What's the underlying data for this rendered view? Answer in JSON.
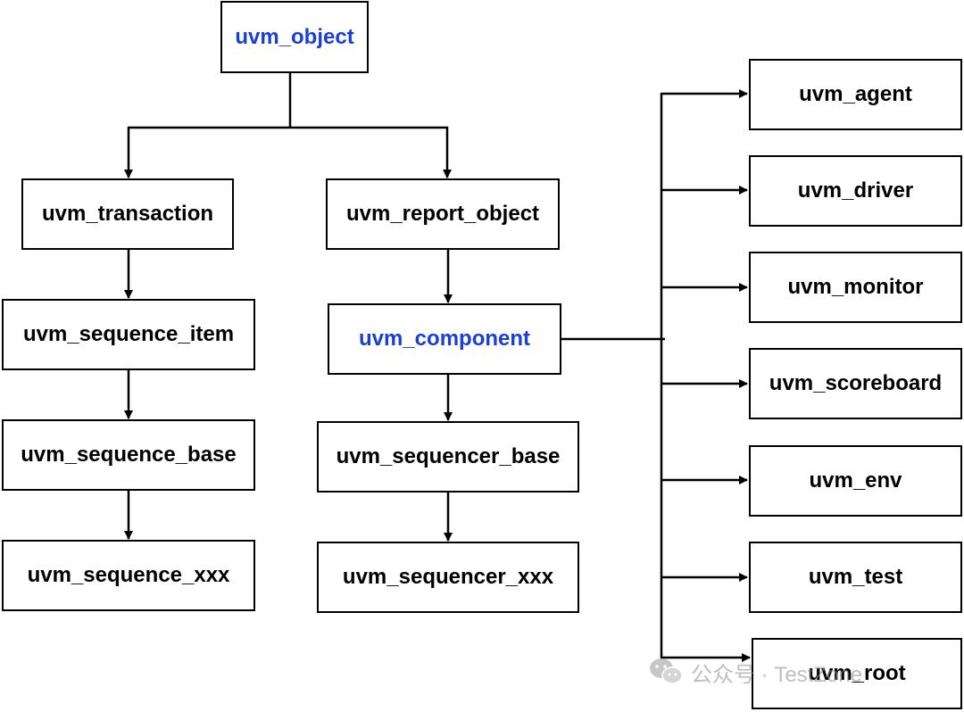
{
  "diagram": {
    "nodes": {
      "object": "uvm_object",
      "transaction": "uvm_transaction",
      "report_object": "uvm_report_object",
      "sequence_item": "uvm_sequence_item",
      "component": "uvm_component",
      "sequence_base": "uvm_sequence_base",
      "sequencer_base": "uvm_sequencer_base",
      "sequence_xxx": "uvm_sequence_xxx",
      "sequencer_xxx": "uvm_sequencer_xxx",
      "agent": "uvm_agent",
      "driver": "uvm_driver",
      "monitor": "uvm_monitor",
      "scoreboard": "uvm_scoreboard",
      "env": "uvm_env",
      "test": "uvm_test",
      "root": "uvm_root"
    },
    "highlight_color": "#1a3ed8",
    "edges": [
      [
        "object",
        "transaction"
      ],
      [
        "object",
        "report_object"
      ],
      [
        "transaction",
        "sequence_item"
      ],
      [
        "sequence_item",
        "sequence_base"
      ],
      [
        "sequence_base",
        "sequence_xxx"
      ],
      [
        "report_object",
        "component"
      ],
      [
        "component",
        "sequencer_base"
      ],
      [
        "sequencer_base",
        "sequencer_xxx"
      ],
      [
        "component",
        "agent"
      ],
      [
        "component",
        "driver"
      ],
      [
        "component",
        "monitor"
      ],
      [
        "component",
        "scoreboard"
      ],
      [
        "component",
        "env"
      ],
      [
        "component",
        "test"
      ],
      [
        "component",
        "root"
      ]
    ]
  },
  "watermark": {
    "icon": "wechat-icon",
    "text": "公众号 · TestZone"
  }
}
